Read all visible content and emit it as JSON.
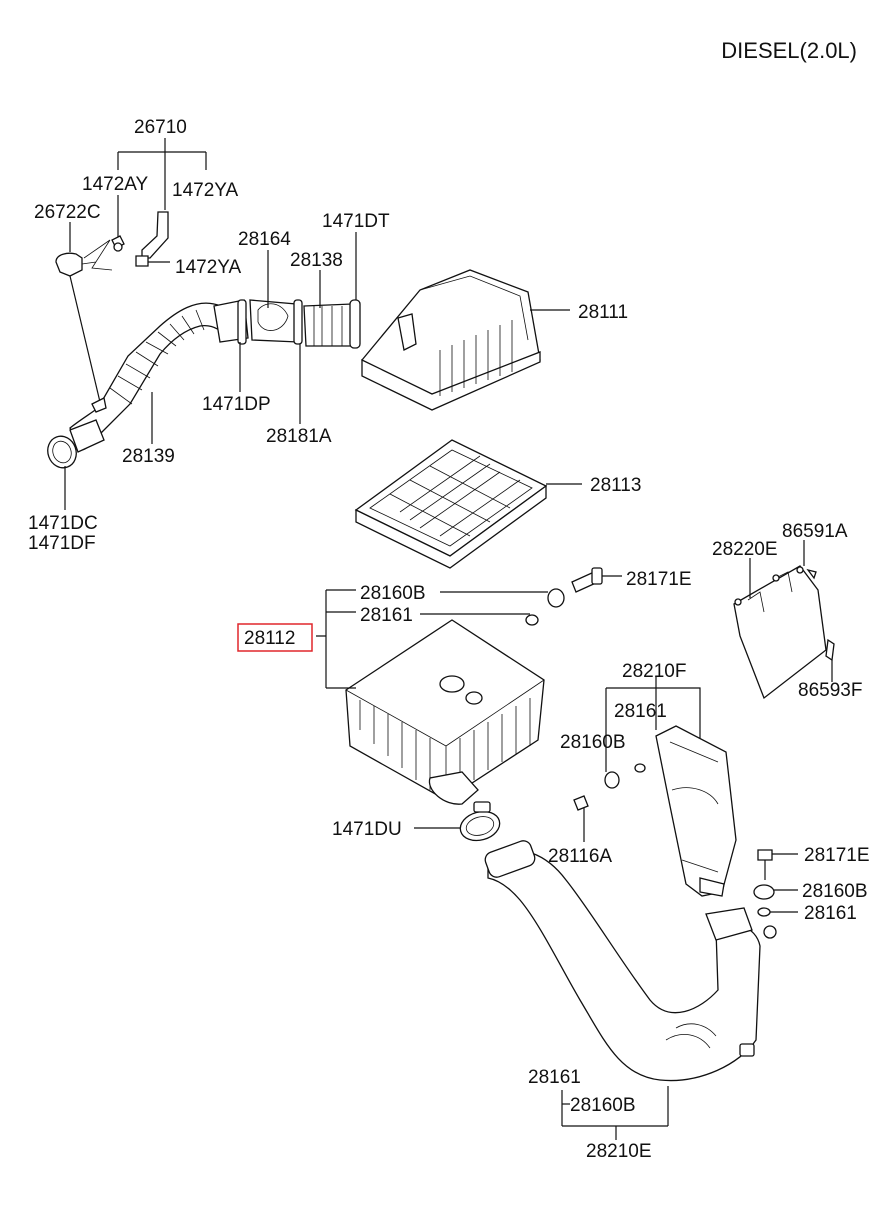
{
  "header": {
    "engine_label": "DIESEL(2.0L)"
  },
  "highlight": {
    "color": "#e0262b"
  },
  "parts": {
    "p26710": "26710",
    "p1472AY": "1472AY",
    "p1472YA_a": "1472YA",
    "p26722C": "26722C",
    "p1472YA_b": "1472YA",
    "p28164": "28164",
    "p1471DT": "1471DT",
    "p28138": "28138",
    "p28111": "28111",
    "p1471DP": "1471DP",
    "p28181A": "28181A",
    "p28139": "28139",
    "p1471DC": "1471DC",
    "p1471DF": "1471DF",
    "p28113": "28113",
    "p28220E": "28220E",
    "p86591A": "86591A",
    "p28160B_a": "28160B",
    "p28171E_a": "28171E",
    "p28161_a": "28161",
    "p28112": "28112",
    "p86593F": "86593F",
    "p28210F": "28210F",
    "p28161_b": "28161",
    "p28160B_b": "28160B",
    "p28116A": "28116A",
    "p1471DU": "1471DU",
    "p28171E_b": "28171E",
    "p28160B_c": "28160B",
    "p28161_c": "28161",
    "p28161_d": "28161",
    "p28160B_d": "28160B",
    "p28210E": "28210E"
  }
}
